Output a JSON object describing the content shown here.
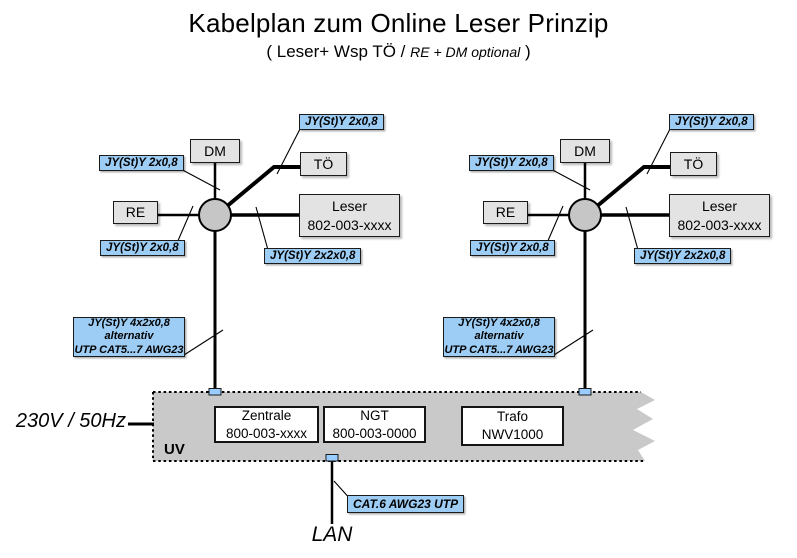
{
  "title": "Kabelplan zum Online Leser Prinzip",
  "subtitle": {
    "prefix": "( Leser+ Wsp TÖ / ",
    "emphasis": "RE + DM optional",
    "suffix": " )"
  },
  "colors": {
    "cable_label_blue": "#9DCDF4",
    "connector_blue": "#99CCFF",
    "device_box_gray": "#E3E3E3",
    "hub_gray": "#C6C6C6",
    "uv_panel_gray": "#C9C9C9"
  },
  "units": [
    {
      "dm": "DM",
      "toe": "TÖ",
      "re": "RE",
      "leser_title": "Leser",
      "leser_id": "802-003-xxxx",
      "cable_dm": "JY(St)Y 2x0,8",
      "cable_toe": "JY(St)Y 2x0,8",
      "cable_re": "JY(St)Y 2x0,8",
      "cable_leser": "JY(St)Y 2x2x0,8",
      "riser_cable": {
        "line1": "JY(St)Y 4x2x0,8",
        "line2": "alternativ",
        "line3": "UTP CAT5...7 AWG23"
      }
    },
    {
      "dm": "DM",
      "toe": "TÖ",
      "re": "RE",
      "leser_title": "Leser",
      "leser_id": "802-003-xxxx",
      "cable_dm": "JY(St)Y 2x0,8",
      "cable_toe": "JY(St)Y 2x0,8",
      "cable_re": "JY(St)Y 2x0,8",
      "cable_leser": "JY(St)Y 2x2x0,8",
      "riser_cable": {
        "line1": "JY(St)Y 4x2x0,8",
        "line2": "alternativ",
        "line3": "UTP CAT5...7 AWG23"
      }
    }
  ],
  "uv": {
    "label": "UV",
    "devices": [
      {
        "name": "Zentrale",
        "id": "800-003-xxxx"
      },
      {
        "name": "NGT",
        "id": "800-003-0000"
      },
      {
        "name": "Trafo",
        "id": "NWV1000"
      }
    ]
  },
  "power": {
    "label": "230V / 50Hz"
  },
  "lan": {
    "label": "LAN",
    "cable": "CAT.6 AWG23 UTP"
  }
}
